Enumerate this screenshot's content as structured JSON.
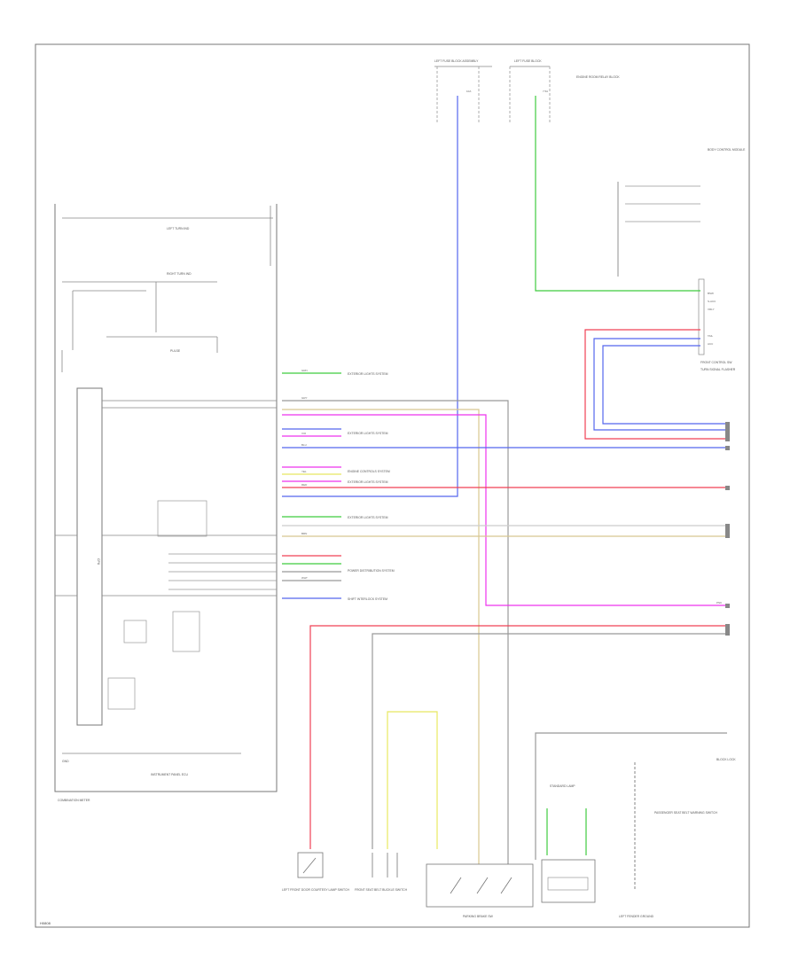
{
  "diagram": {
    "footer_code": "H0808",
    "combination_meter": {
      "title": "COMBINATION METER",
      "ecu_label": "INSTRUMENT PANEL ECU",
      "left_turn_label": "LEFT TURN IND",
      "right_turn_label": "RIGHT TURN IND",
      "pulse_label": "PULSE",
      "cpu_label": "CPU",
      "ground_label": "GND"
    },
    "wire_labels": [
      "EXTERIOR LIGHTS SYSTEM",
      "EXTERIOR LIGHTS SYSTEM",
      "ENGINE CONTROLS SYSTEM",
      "EXTERIOR LIGHTS SYSTEM",
      "EXTERIOR LIGHTS SYSTEM",
      "POWER DISTRIBUTION SYSTEM",
      "SHIFT INTERLOCK SYSTEM"
    ],
    "top_connectors": {
      "left": "LEFT FUSE BLOCK ASSEMBLY",
      "right": "LEFT FUSE BLOCK",
      "left_fuse": "10A",
      "right_fuse": "7.5A",
      "engine_room": "ENGINE ROOM RELAY BLOCK"
    },
    "right_module": {
      "title": "BODY CONTROL MODULE",
      "pins": [
        "BSW",
        "S-ACC",
        "VRLY",
        "TAIL",
        "ACC"
      ],
      "note": "FRONT CONTROL SW",
      "note2": "TURN SIGNAL FLASHER"
    },
    "wire_colors": [
      "GRN",
      "RED",
      "BLU",
      "YEL",
      "VIO",
      "BRN",
      "GRY",
      "WHT",
      "PNK"
    ],
    "bottom_components": {
      "left_switch": "LEFT FRONT DOOR COURTESY LAMP SWITCH",
      "right_switch": "FRONT SEAT BELT BUCKLE SWITCH",
      "main_switch": "PARKING BRAKE SW",
      "lamp": "STANDARD LAMP",
      "ground": "LEFT FENDER GROUND",
      "right_note": "BLOCK LOCK",
      "right_note2": "PASSENGER SEAT BELT WARNING SWITCH"
    },
    "colors": {
      "green": "#3fcc3f",
      "blue": "#5566ee",
      "red": "#f04055",
      "magenta": "#ee33ee",
      "yellow": "#e8e860",
      "tan": "#d8c890",
      "gray": "#999999"
    }
  }
}
